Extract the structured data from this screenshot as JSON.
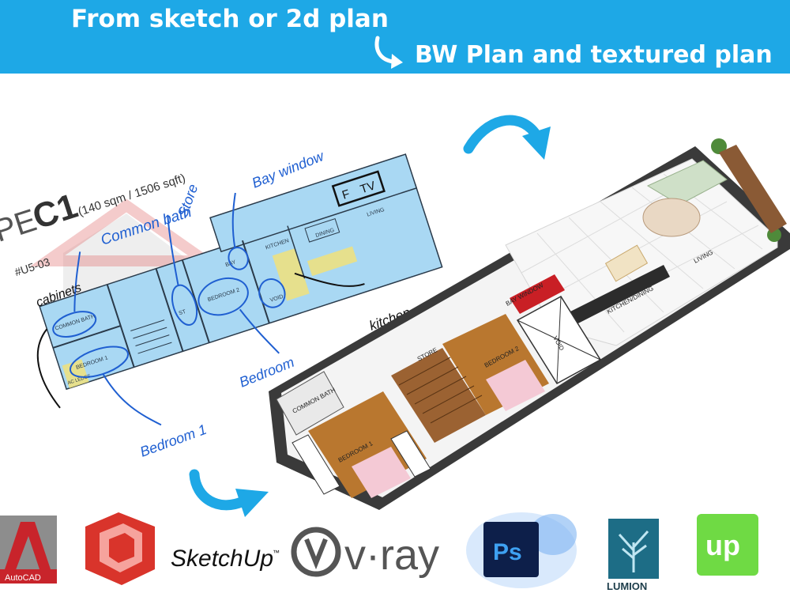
{
  "header": {
    "line1": "From sketch or 2d plan",
    "line2": "BW Plan and textured plan",
    "bg_color": "#1ea8e6"
  },
  "sketch_plan": {
    "type_prefix": "PE",
    "type_code": "C1",
    "area": "(140 sqm / 1506 sqft)",
    "unit": "#U5-03",
    "room_labels": [
      "COMMON BATH",
      "BEDROOM 1",
      "BEDROOM 2",
      "KITCHEN",
      "DINING",
      "LIVING",
      "VOID",
      "ST",
      "BAY",
      "AC LEDGE"
    ],
    "annotations": {
      "common_bath": "Common bath",
      "store": "Store",
      "bay_window": "Bay window",
      "bedroom": "Bedroom",
      "bedroom_1": "Bedroom 1",
      "cabinets": "cabinets",
      "kitchen": "kitchen",
      "f": "F",
      "tv": "TV"
    },
    "fill_color": "#a9d8f3",
    "ink_color": "#1f5fd1"
  },
  "textured_plan": {
    "room_labels": {
      "common_bath": "COMMON BATH",
      "bedroom_1": "BEDROOM 1",
      "store": "STORE",
      "bedroom_2": "BEDROOM 2",
      "void": "VOID",
      "bay_window": "BAY WINDOW",
      "kitchen_dining": "KITCHEN/DINING",
      "living": "LIVING"
    }
  },
  "software_logos": {
    "autocad": "AutoCAD",
    "sketchup": "SketchUp",
    "sketchup_tm": "™",
    "vray": "v·ray",
    "photoshop": "Ps",
    "lumion": "LUMION",
    "upwork": "up"
  },
  "colors": {
    "arrow_blue": "#1ea8e6",
    "autocad_red": "#c8242b",
    "sketchup_red": "#d9342b",
    "photoshop_bg": "#0d1f4a",
    "photoshop_text": "#3ea1f2",
    "lumion_bg": "#1d6d86",
    "upwork_green": "#6fda44"
  }
}
